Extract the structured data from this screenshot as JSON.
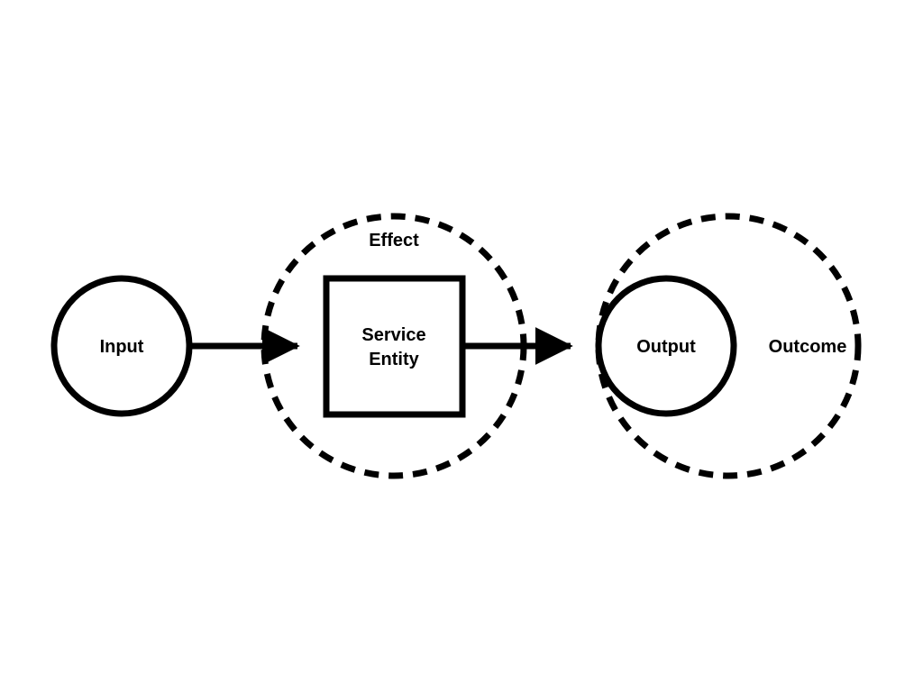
{
  "diagram": {
    "nodes": {
      "input": {
        "label": "Input"
      },
      "service_entity": {
        "label_line1": "Service",
        "label_line2": "Entity"
      },
      "output": {
        "label": "Output"
      }
    },
    "regions": {
      "effect": {
        "label": "Effect"
      },
      "outcome": {
        "label": "Outcome"
      }
    },
    "edges": [
      {
        "from": "Input",
        "to": "Service Entity"
      },
      {
        "from": "Service Entity",
        "to": "Output"
      }
    ]
  }
}
